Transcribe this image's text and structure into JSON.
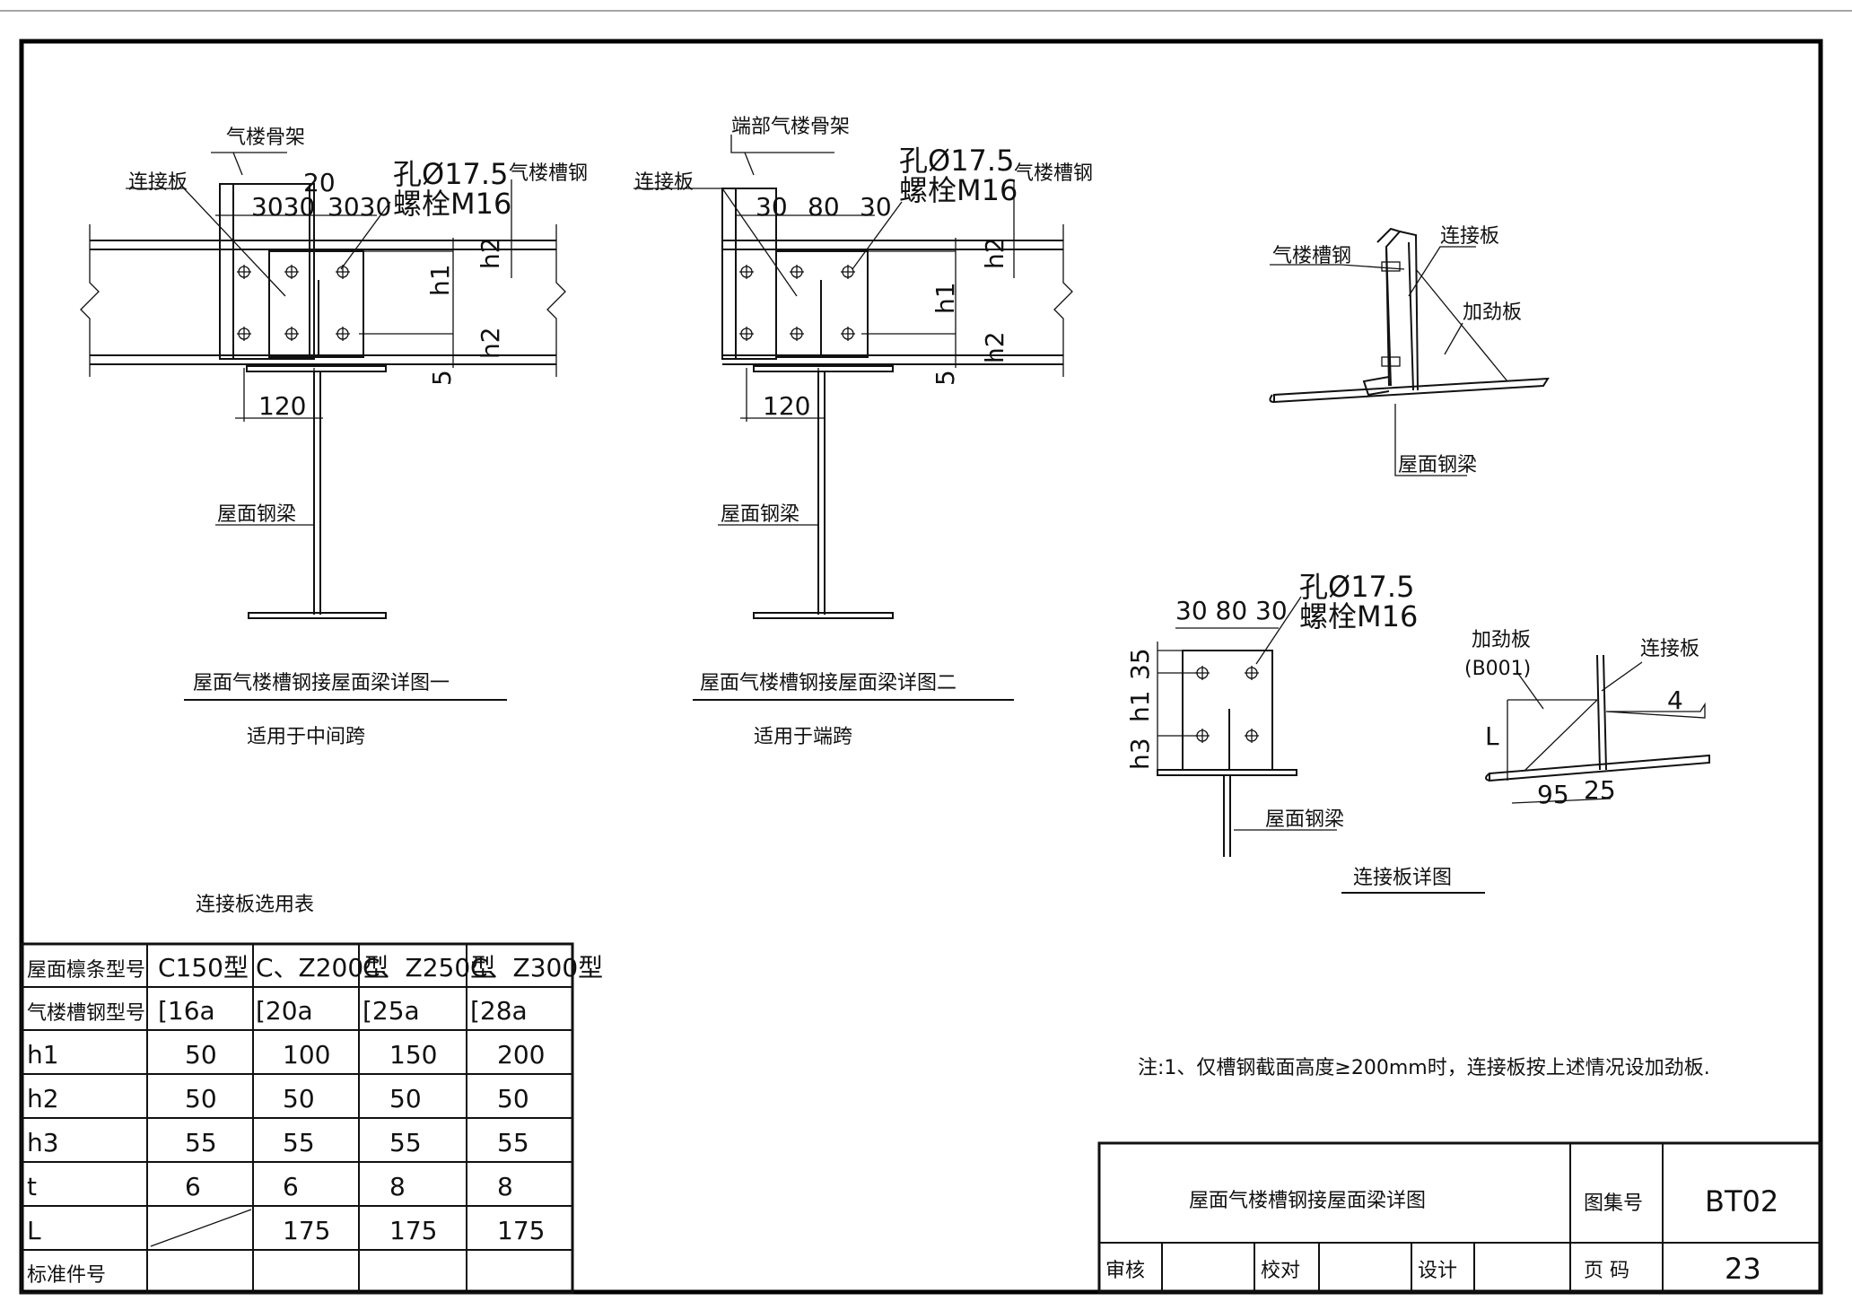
{
  "detail1": {
    "label_frame": "气楼骨架",
    "label_plate": "连接板",
    "label_channel": "气楼槽钢",
    "label_hole": "孔Ø17.5",
    "label_bolt": "螺栓M16",
    "label_beam": "屋面钢梁",
    "dim_top": "20",
    "dim_a": "3030",
    "dim_b": "3030",
    "dim_h1": "h1",
    "dim_h2_top": "h2",
    "dim_h2_bot": "h2",
    "dim_5": "5",
    "dim_120": "120",
    "title": "屋面气楼槽钢接屋面梁详图一",
    "subtitle": "适用于中间跨"
  },
  "detail2": {
    "label_frame": "端部气楼骨架",
    "label_plate": "连接板",
    "label_channel": "气楼槽钢",
    "label_hole": "孔Ø17.5",
    "label_bolt": "螺栓M16",
    "label_beam": "屋面钢梁",
    "dim_30a": "30",
    "dim_80": "80",
    "dim_30b": "30",
    "dim_h1": "h1",
    "dim_h2_top": "h2",
    "dim_h2_bot": "h2",
    "dim_5": "5",
    "dim_120": "120",
    "title": "屋面气楼槽钢接屋面梁详图二",
    "subtitle": "适用于端跨"
  },
  "section": {
    "label_channel": "气楼槽钢",
    "label_plate": "连接板",
    "label_stiffener": "加劲板",
    "label_beam": "屋面钢梁"
  },
  "plate_detail": {
    "dim_widths": "30 80 30",
    "label_hole": "孔Ø17.5",
    "label_bolt": "螺栓M16",
    "dim_35": "35",
    "dim_h1": "h1",
    "dim_h3": "h3",
    "label_beam": "屋面钢梁",
    "title": "连接板详图"
  },
  "stiffener_detail": {
    "label_stiffener": "加劲板",
    "label_code": "(B001)",
    "label_plate": "连接板",
    "label_L": "L",
    "weld": "4",
    "dim_95": "95",
    "dim_25": "25"
  },
  "table": {
    "title": "连接板选用表",
    "rows": [
      [
        "屋面檩条型号",
        "C150型",
        "C、Z200型",
        "C、Z250型",
        "C、Z300型"
      ],
      [
        "气楼槽钢型号",
        "[16a",
        "[20a",
        "[25a",
        "[28a"
      ],
      [
        "h1",
        "50",
        "100",
        "150",
        "200"
      ],
      [
        "h2",
        "50",
        "50",
        "50",
        "50"
      ],
      [
        "h3",
        "55",
        "55",
        "55",
        "55"
      ],
      [
        "t",
        "6",
        "6",
        "8",
        "8"
      ],
      [
        "L",
        "",
        "175",
        "175",
        "175"
      ],
      [
        "标准件号",
        "",
        "",
        "",
        ""
      ]
    ]
  },
  "note": "注:1、仅槽钢截面高度≥200mm时，连接板按上述情况设加劲板.",
  "title_block": {
    "drawing_title": "屋面气楼槽钢接屋面梁详图",
    "atlas_label": "图集号",
    "atlas_value": "BT02",
    "review_label": "审核",
    "check_label": "校对",
    "design_label": "设计",
    "page_label": "页 码",
    "page_value": "23"
  }
}
